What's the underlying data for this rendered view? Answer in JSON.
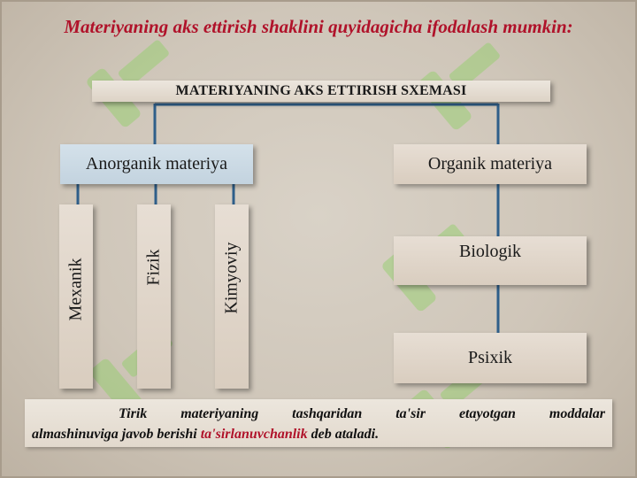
{
  "title": "Materiyaning  aks ettirish shaklini quyidagicha ifodalash mumkin:",
  "scheme_title": "MATERIYANING AKS ETTIRISH SXEMASI",
  "left_branch": {
    "label": "Anorganik materiya",
    "children": [
      "Mexanik",
      "Fizik",
      "Kimyoviy"
    ]
  },
  "right_branch": {
    "label": "Organik materiya",
    "children": [
      "Biologik",
      "Psixik"
    ]
  },
  "note": {
    "part1": "Tirik materiyaning tashqaridan ta'sir etayotgan moddalar",
    "part2": "almashinuviga javob berishi",
    "highlight": "ta'sirlanuvchanlik",
    "part3": "deb ataladi."
  },
  "colors": {
    "title": "#b0122a",
    "highlight": "#b0122a",
    "connector": "#2f5f8a",
    "anorganic_fill": "#c8d7e2",
    "box_fill": "#ded3c6",
    "watermark": "#7fcf5a"
  }
}
